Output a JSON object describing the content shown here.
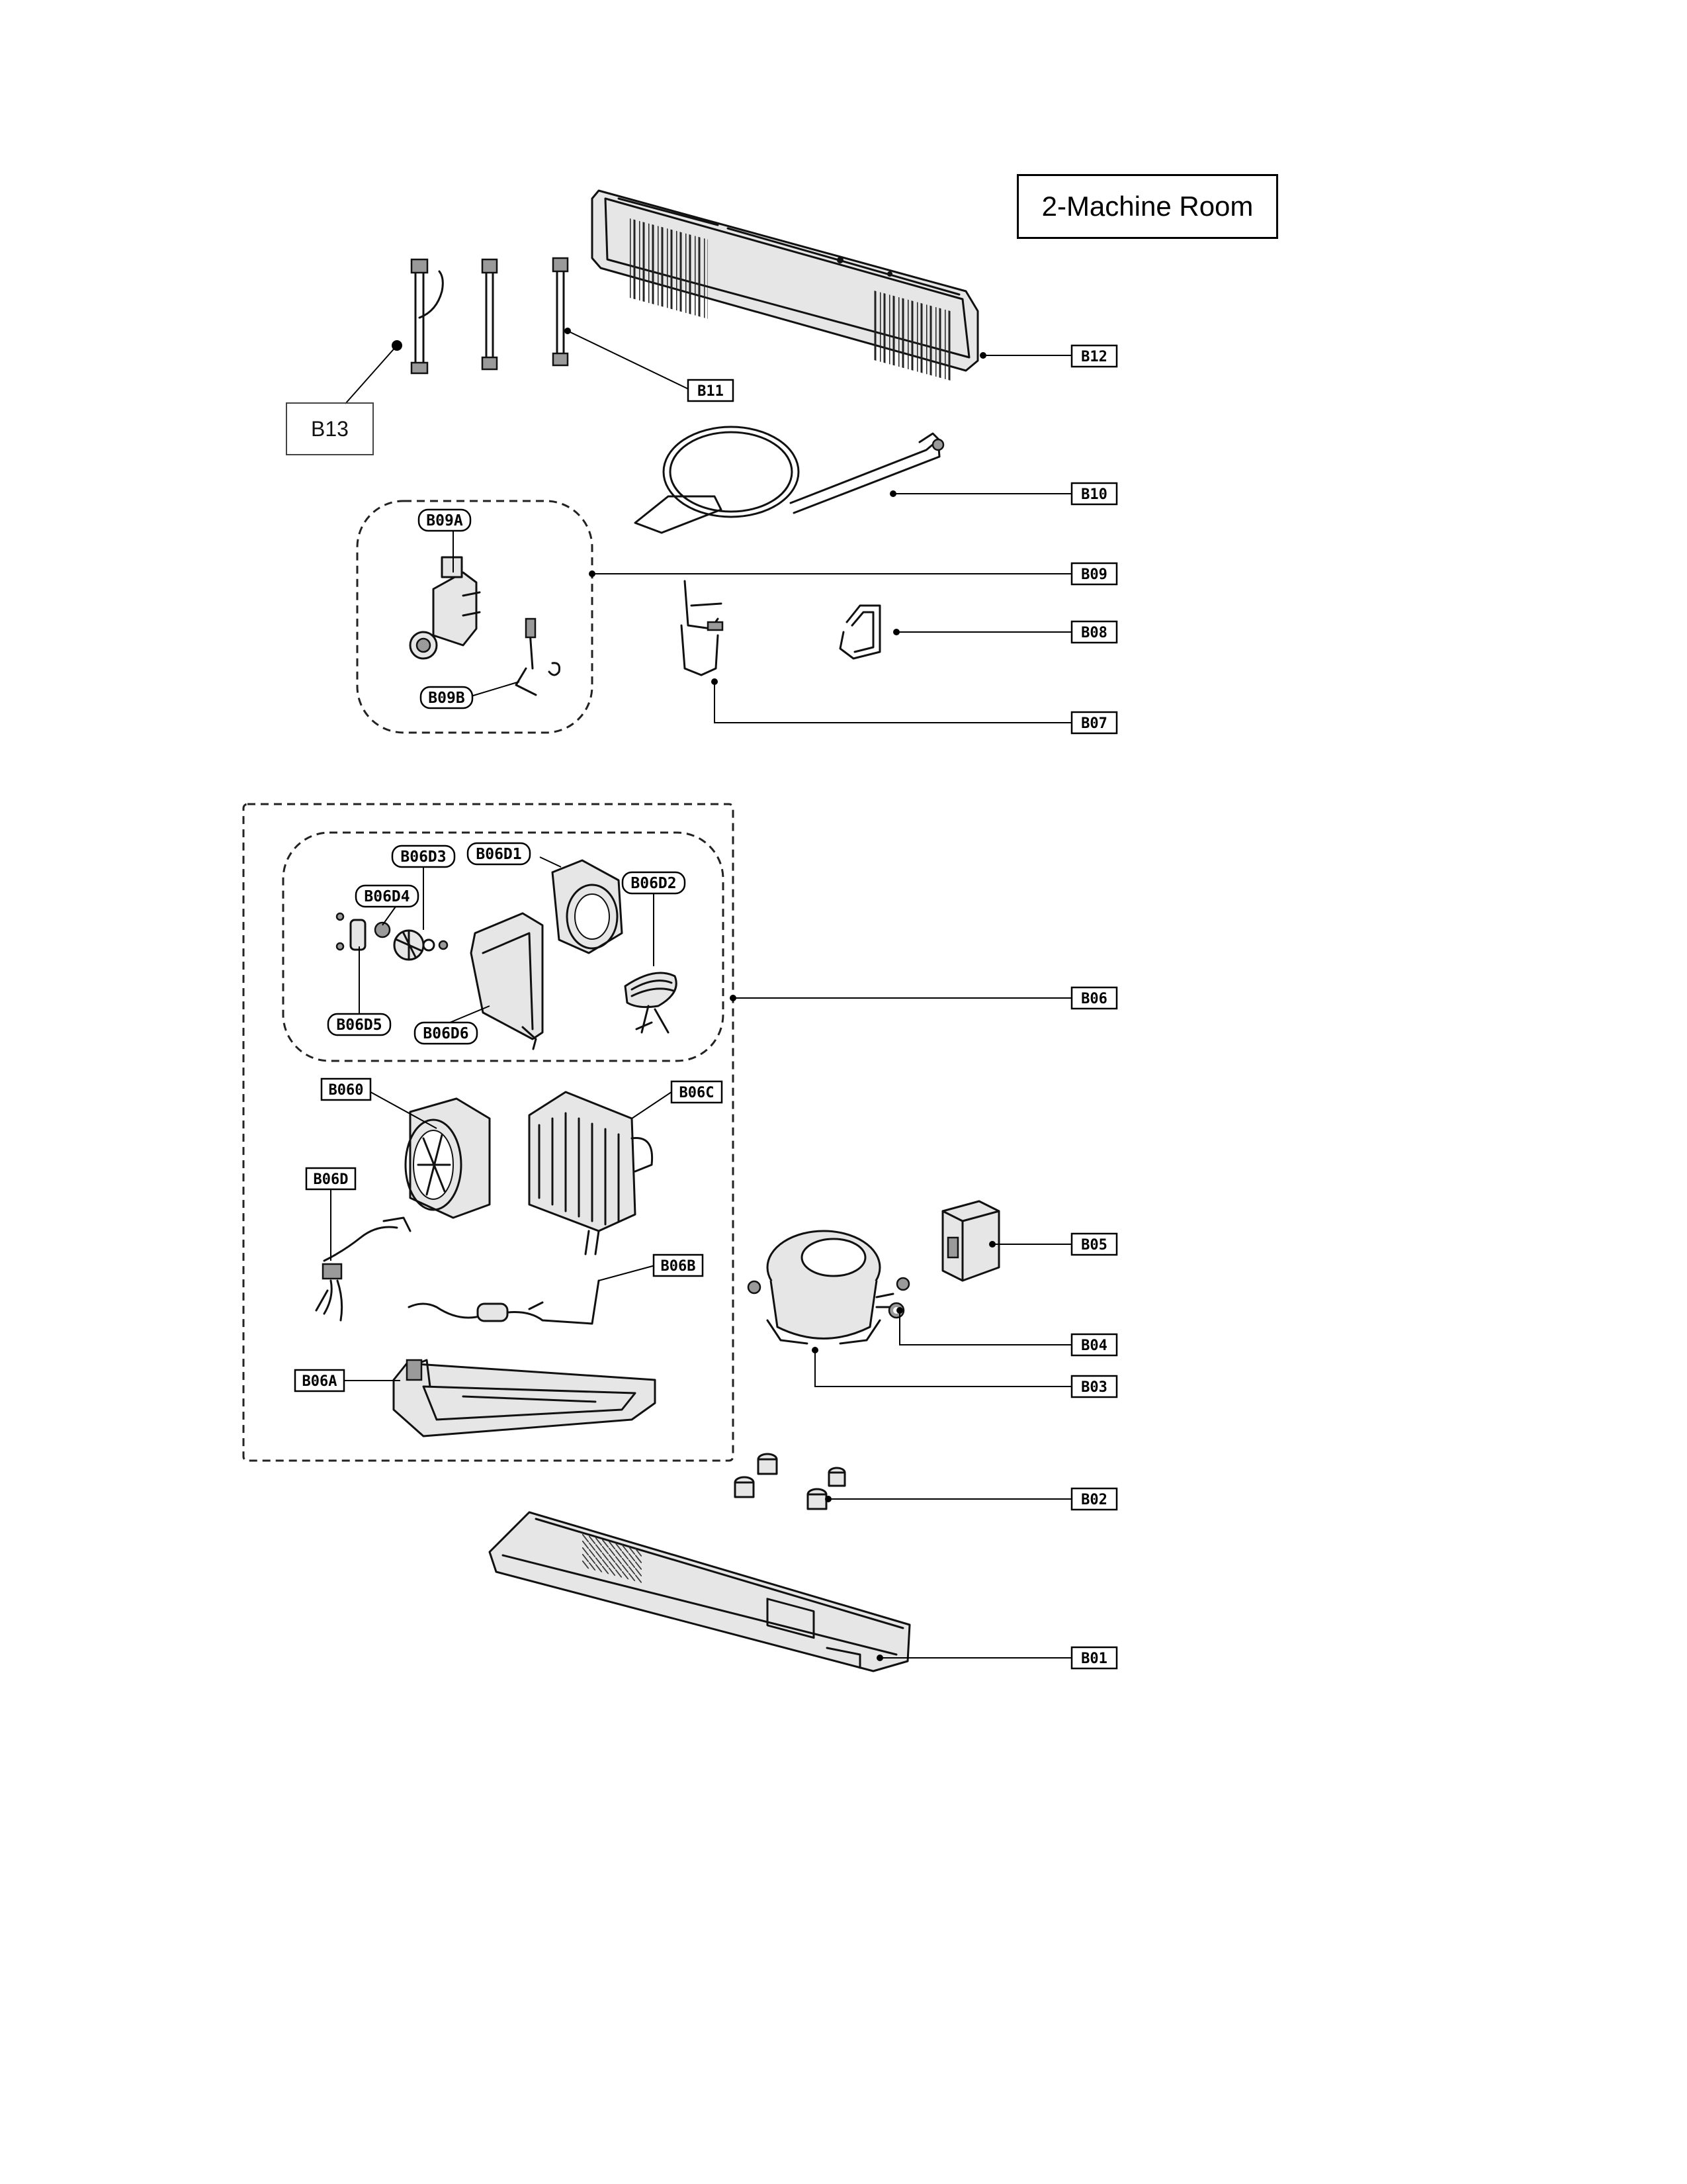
{
  "title": "2-Machine Room",
  "callouts": {
    "b01": "B01",
    "b02": "B02",
    "b03": "B03",
    "b04": "B04",
    "b05": "B05",
    "b06": "B06",
    "b06a": "B06A",
    "b06b": "B06B",
    "b06c": "B06C",
    "b06d_left": "B06D",
    "b06d_upper": "B060",
    "b06d1": "B06D1",
    "b06d2": "B06D2",
    "b06d3": "B06D3",
    "b06d4": "B06D4",
    "b06d5": "B06D5",
    "b06d6": "B06D6",
    "b07": "B07",
    "b08": "B08",
    "b09": "B09",
    "b09a": "B09A",
    "b09b": "B09B",
    "b10": "B10",
    "b11": "B11",
    "b12": "B12",
    "b13": "B13"
  }
}
